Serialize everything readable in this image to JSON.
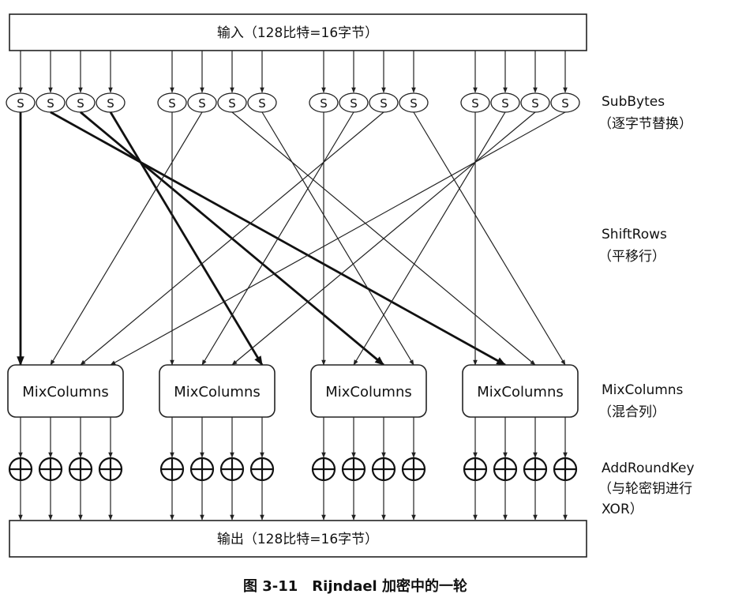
{
  "input_label": "输入（128比特=16字节）",
  "output_label": "输出（128比特=16字节）",
  "sbox_label": "S",
  "mix_label": "MixColumns",
  "stages": {
    "subbytes": {
      "name": "SubBytes",
      "desc": "（逐字节替换）"
    },
    "shiftrows": {
      "name": "ShiftRows",
      "desc": "（平移行）"
    },
    "mixcolumns": {
      "name": "MixColumns",
      "desc": "（混合列）"
    },
    "addroundkey": {
      "name": "AddRoundKey",
      "desc1": "（与轮密钥进行",
      "desc2": "XOR）"
    }
  },
  "caption": "图 3-11　Rijndael 加密中的一轮"
}
